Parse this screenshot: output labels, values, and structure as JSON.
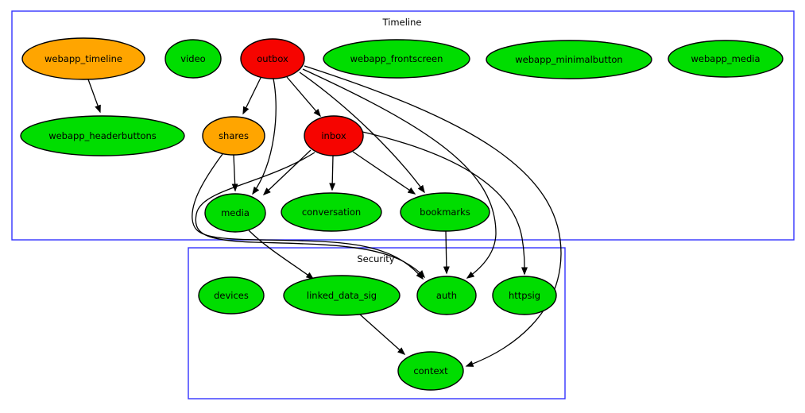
{
  "diagram": {
    "clusters": [
      {
        "id": "timeline",
        "label": "Timeline"
      },
      {
        "id": "security",
        "label": "Security"
      }
    ],
    "nodes": [
      {
        "id": "webapp_timeline",
        "label": "webapp_timeline",
        "color": "orange"
      },
      {
        "id": "video",
        "label": "video",
        "color": "green"
      },
      {
        "id": "outbox",
        "label": "outbox",
        "color": "red"
      },
      {
        "id": "webapp_frontscreen",
        "label": "webapp_frontscreen",
        "color": "green"
      },
      {
        "id": "webapp_minimalbutton",
        "label": "webapp_minimalbutton",
        "color": "green"
      },
      {
        "id": "webapp_media",
        "label": "webapp_media",
        "color": "green"
      },
      {
        "id": "webapp_headerbuttons",
        "label": "webapp_headerbuttons",
        "color": "green"
      },
      {
        "id": "shares",
        "label": "shares",
        "color": "orange"
      },
      {
        "id": "inbox",
        "label": "inbox",
        "color": "red"
      },
      {
        "id": "media",
        "label": "media",
        "color": "green"
      },
      {
        "id": "conversation",
        "label": "conversation",
        "color": "green"
      },
      {
        "id": "bookmarks",
        "label": "bookmarks",
        "color": "green"
      },
      {
        "id": "devices",
        "label": "devices",
        "color": "green"
      },
      {
        "id": "linked_data_sig",
        "label": "linked_data_sig",
        "color": "green"
      },
      {
        "id": "auth",
        "label": "auth",
        "color": "green"
      },
      {
        "id": "httpsig",
        "label": "httpsig",
        "color": "green"
      },
      {
        "id": "context",
        "label": "context",
        "color": "green"
      }
    ],
    "edges": [
      {
        "from": "webapp_timeline",
        "to": "webapp_headerbuttons"
      },
      {
        "from": "outbox",
        "to": "shares"
      },
      {
        "from": "outbox",
        "to": "inbox"
      },
      {
        "from": "outbox",
        "to": "media"
      },
      {
        "from": "outbox",
        "to": "bookmarks"
      },
      {
        "from": "outbox",
        "to": "auth"
      },
      {
        "from": "outbox",
        "to": "context"
      },
      {
        "from": "inbox",
        "to": "media"
      },
      {
        "from": "inbox",
        "to": "conversation"
      },
      {
        "from": "inbox",
        "to": "bookmarks"
      },
      {
        "from": "inbox",
        "to": "auth"
      },
      {
        "from": "inbox",
        "to": "httpsig"
      },
      {
        "from": "shares",
        "to": "media"
      },
      {
        "from": "shares",
        "to": "auth"
      },
      {
        "from": "media",
        "to": "linked_data_sig"
      },
      {
        "from": "bookmarks",
        "to": "auth"
      },
      {
        "from": "linked_data_sig",
        "to": "context"
      }
    ],
    "colors": {
      "green": "#00dd00",
      "orange": "#ffa500",
      "red": "#f60400",
      "cluster_border": "#3333ff",
      "edge": "#000000",
      "text": "#000000",
      "background": "#ffffff"
    }
  }
}
